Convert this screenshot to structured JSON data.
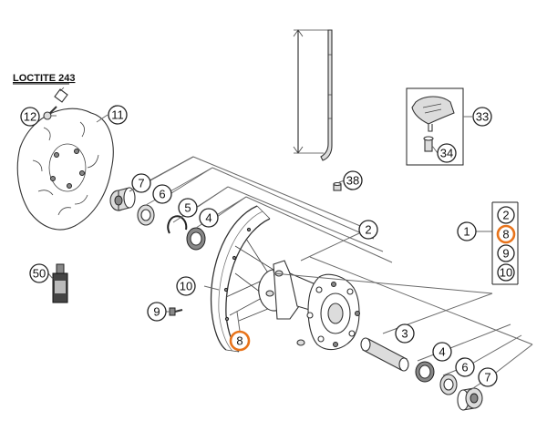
{
  "caption": "LOCTITE 243",
  "callouts": {
    "p12": "12",
    "p11": "11",
    "p7a": "7",
    "p6a": "6",
    "p5": "5",
    "p4a": "4",
    "p2": "2",
    "p38": "38",
    "p33": "33",
    "p34": "34",
    "p50": "50",
    "p10": "10",
    "p9": "9",
    "p8": "8",
    "p3": "3",
    "p4b": "4",
    "p6b": "6",
    "p7b": "7",
    "g1": "1",
    "g2": "2",
    "g8": "8",
    "g9": "9",
    "g10": "10"
  },
  "highlight_color": "#e8731a"
}
